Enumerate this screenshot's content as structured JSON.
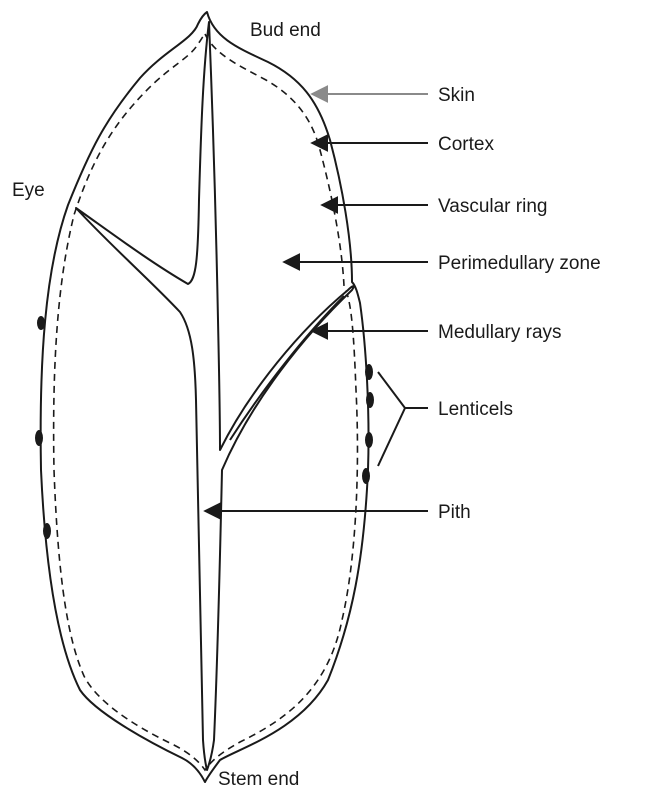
{
  "labels": {
    "bud_end": "Bud end",
    "stem_end": "Stem end",
    "eye": "Eye",
    "skin": "Skin",
    "cortex": "Cortex",
    "vascular_ring": "Vascular ring",
    "perimedullary_zone": "Perimedullary zone",
    "medullary_rays": "Medullary rays",
    "lenticels": "Lenticels",
    "pith": "Pith"
  }
}
